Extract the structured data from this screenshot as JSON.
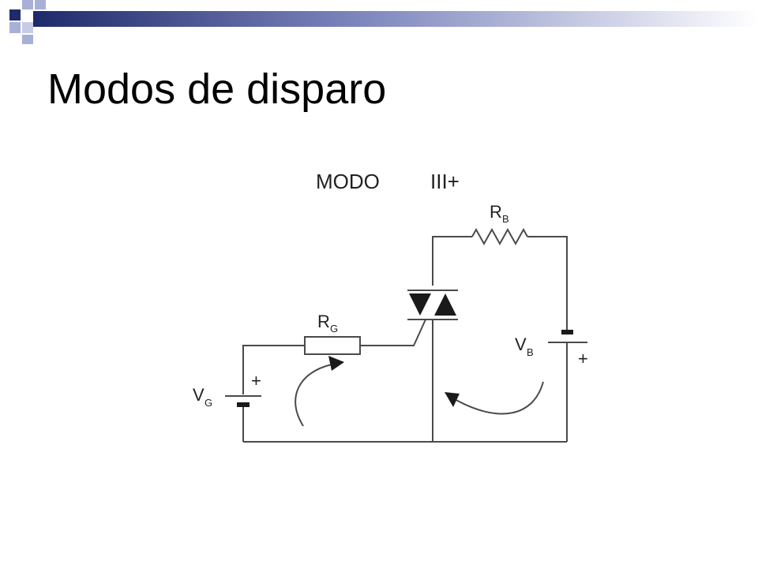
{
  "slide": {
    "title": "Modos de disparo"
  },
  "circuit": {
    "mode_label": "MODO",
    "mode_value": "III+",
    "rb": {
      "main": "R",
      "sub": "B"
    },
    "rg": {
      "main": "R",
      "sub": "G"
    },
    "vb": {
      "main": "V",
      "sub": "B"
    },
    "vg": {
      "main": "V",
      "sub": "G"
    },
    "vb_plus": "+",
    "vg_plus": "+"
  },
  "colors": {
    "accent_navy": "#1f2a6b",
    "accent_light": "#a9b0d6",
    "line": "#4a4a4a"
  }
}
